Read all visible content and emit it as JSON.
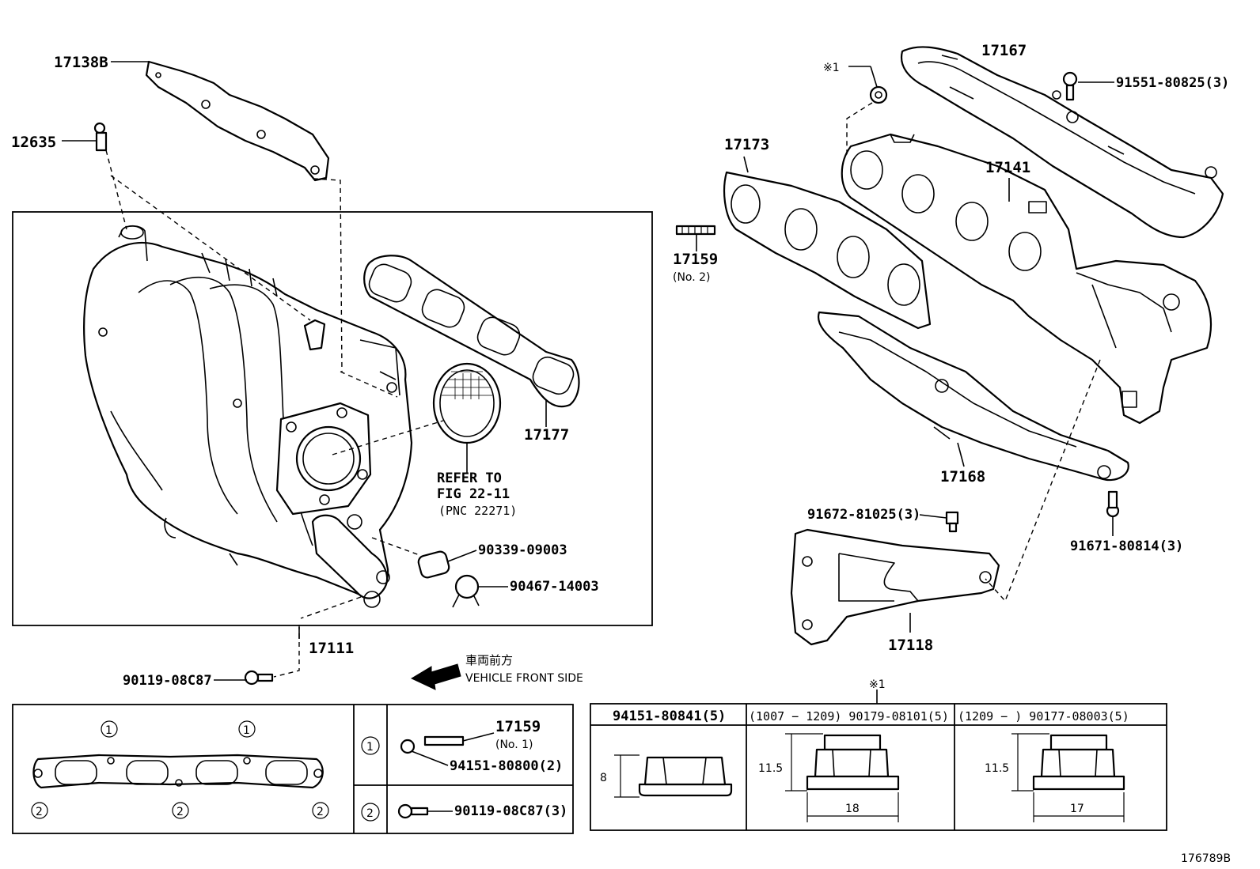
{
  "diagram": {
    "figure_id": "176789B",
    "parts": {
      "p17138B": "17138B",
      "p12635": "12635",
      "p17167": "17167",
      "p91551": "91551-80825(3)",
      "note1_mark": "※1",
      "p17173": "17173",
      "p17141": "17141",
      "p17159_no2": "17159",
      "p17159_no2_sub": "(No. 2)",
      "p17177": "17177",
      "refer_line1": "REFER TO",
      "refer_line2": "FIG 22-11",
      "refer_line3": "(PNC 22271)",
      "p90339": "90339-09003",
      "p90467": "90467-14003",
      "p17168": "17168",
      "p91672": "91672-81025(3)",
      "p91671": "91671-80814(3)",
      "p17111": "17111",
      "p17118": "17118",
      "p90119": "90119-08C87",
      "front_jp": "車両前方",
      "front_en": "VEHICLE FRONT SIDE"
    },
    "legend": {
      "circle1": "1",
      "circle2": "2",
      "row1_stud": "17159",
      "row1_stud_sub": "(No. 1)",
      "row1_nut": "94151-80800(2)",
      "row2_bolt": "90119-08C87(3)"
    },
    "nut_table": {
      "note_mark": "※1",
      "col1_header": "94151-80841(5)",
      "col2_header": "(1007 − 1209) 90179-08101(5)",
      "col3_header": "(1209 −        ) 90177-08003(5)",
      "col1_height": "8",
      "col2_height": "11.5",
      "col2_width": "18",
      "col3_height": "11.5",
      "col3_width": "17"
    }
  }
}
